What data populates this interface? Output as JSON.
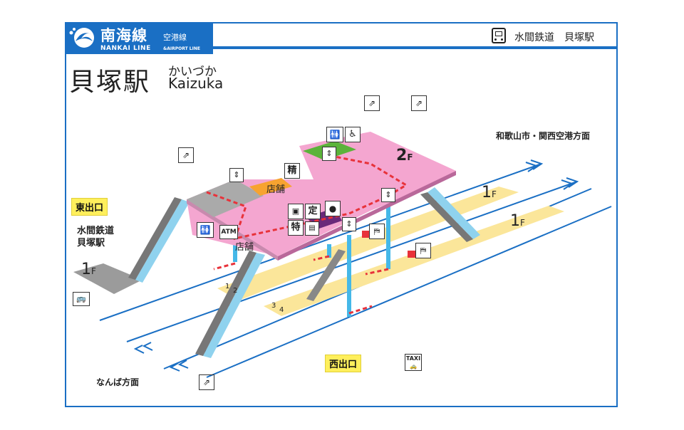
{
  "header": {
    "line_name_jp": "南海線",
    "line_sub_jp": "空港線",
    "line_name_en": "NANKAI LINE",
    "line_sub_en": "&AIRPORT LINE",
    "connection_label": "水間鉄道　貝塚駅",
    "brand_color": "#1a6fc4"
  },
  "station": {
    "name_jp": "貝塚駅",
    "name_kana": "かいづか",
    "name_romaji": "Kaizuka"
  },
  "floors": {
    "upper": "2",
    "ground": "1",
    "suffix": "F"
  },
  "exits": {
    "east": "東出口",
    "west": "西出口"
  },
  "labels": {
    "connection_left": [
      "水間鉄道",
      "貝塚駅"
    ],
    "direction_up": "和歌山市・関西空港方面",
    "direction_down": "なんば方面",
    "shop": "店舗",
    "shop2": "店舗",
    "atm": "ATM",
    "fare_adjust": "精",
    "commuter_pass": "定",
    "limited_express": "特"
  },
  "platforms": [
    {
      "tracks": [
        "1",
        "2"
      ]
    },
    {
      "tracks": [
        "3",
        "4"
      ]
    }
  ],
  "icons": [
    "train-icon",
    "escalator-icon",
    "elevator-icon",
    "toilet-icon",
    "wheelchair-icon",
    "bus-icon",
    "taxi-icon",
    "ticket-gate-icon",
    "locker-icon"
  ],
  "colors": {
    "concourse": "#f4a6d0",
    "platform": "#fbe69a",
    "ground": "#9b9b9b",
    "rail": "#1a6fc4",
    "route": "#e8323a",
    "shop": "#f7a330",
    "green": "#5bb33a",
    "purple": "#6a2a7a"
  }
}
